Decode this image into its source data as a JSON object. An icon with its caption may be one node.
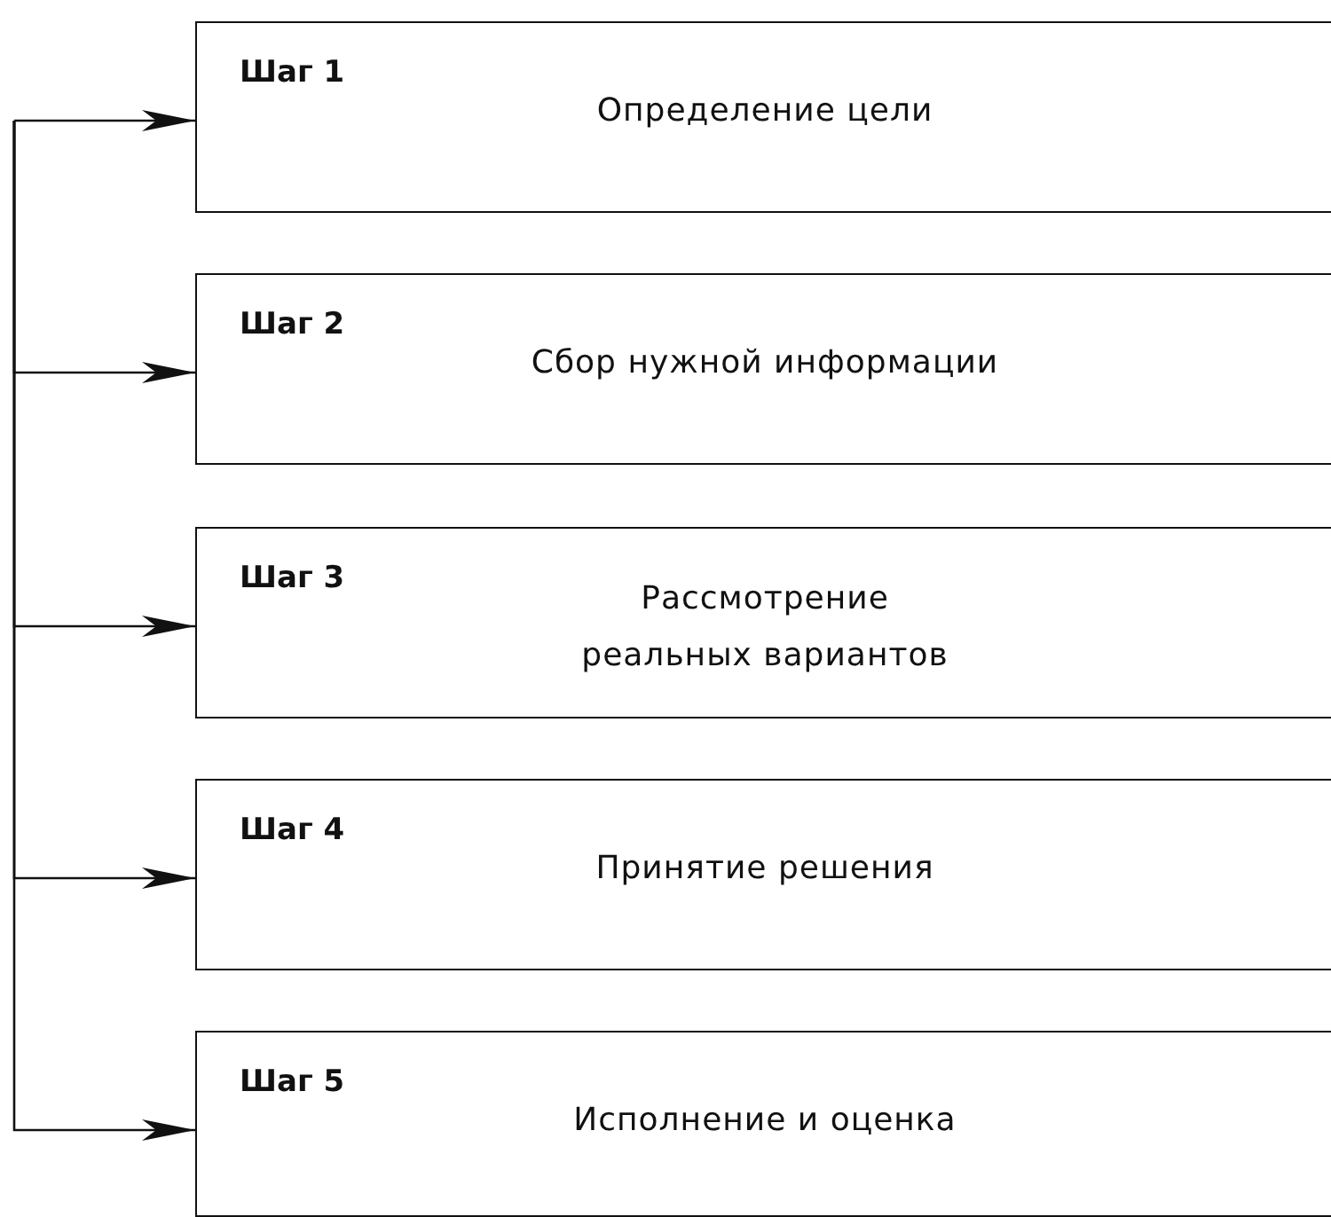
{
  "diagram": {
    "nodes": [
      {
        "text": [
          "Шаг 1",
          "Определение цели"
        ]
      },
      {
        "text": [
          "Шаг 2",
          "Сбор нужной информации"
        ]
      },
      {
        "text": [
          "Шаг 3",
          "Рассмотрение реальных вариантов"
        ]
      },
      {
        "text": [
          "Шаг 4",
          "Принятие решения"
        ]
      },
      {
        "text": [
          "Шаг 5",
          "Исполнение и оценка"
        ]
      }
    ],
    "edges": [
      {
        "from": null,
        "to": 0,
        "arrow": "to"
      },
      {
        "from": null,
        "to": 1,
        "arrow": "to"
      },
      {
        "from": null,
        "to": 2,
        "arrow": "to"
      },
      {
        "from": null,
        "to": 3,
        "arrow": "to"
      },
      {
        "from": null,
        "to": 4,
        "arrow": "to"
      }
    ]
  }
}
